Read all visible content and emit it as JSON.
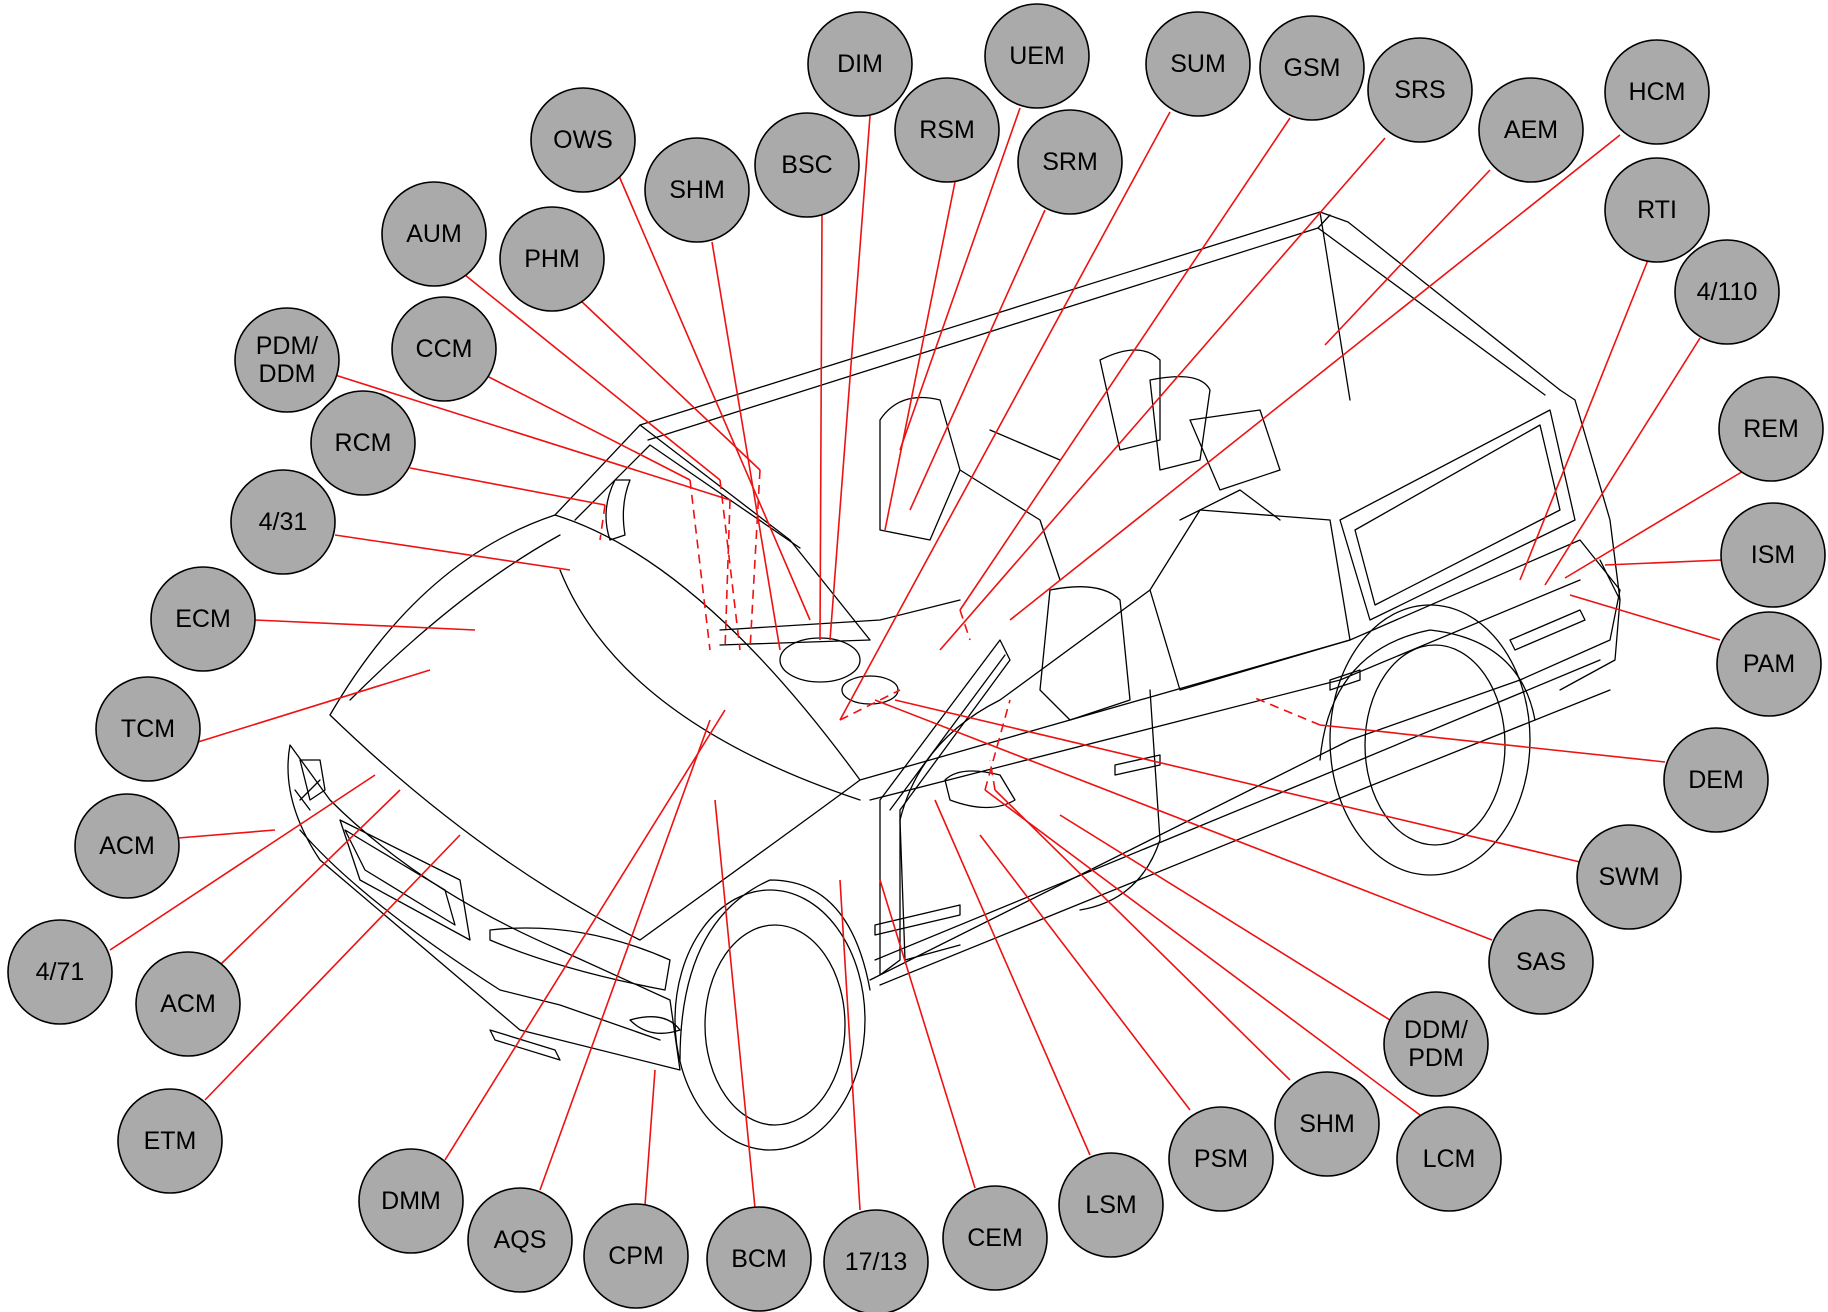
{
  "colors": {
    "leader_line": "#ee1111",
    "bubble_fill": "#aaaaaa",
    "outline": "#000000",
    "background": "#ffffff"
  },
  "subject": "car-illustration",
  "modules": [
    {
      "id": "dim",
      "lines": [
        "DIM"
      ]
    },
    {
      "id": "uem",
      "lines": [
        "UEM"
      ]
    },
    {
      "id": "sum",
      "lines": [
        "SUM"
      ]
    },
    {
      "id": "gsm",
      "lines": [
        "GSM"
      ]
    },
    {
      "id": "srs",
      "lines": [
        "SRS"
      ]
    },
    {
      "id": "aem",
      "lines": [
        "AEM"
      ]
    },
    {
      "id": "hcm",
      "lines": [
        "HCM"
      ]
    },
    {
      "id": "rsm",
      "lines": [
        "RSM"
      ]
    },
    {
      "id": "srm",
      "lines": [
        "SRM"
      ]
    },
    {
      "id": "ows",
      "lines": [
        "OWS"
      ]
    },
    {
      "id": "bsc",
      "lines": [
        "BSC"
      ]
    },
    {
      "id": "shm-top",
      "lines": [
        "SHM"
      ]
    },
    {
      "id": "aum",
      "lines": [
        "AUM"
      ]
    },
    {
      "id": "phm",
      "lines": [
        "PHM"
      ]
    },
    {
      "id": "rti",
      "lines": [
        "RTI"
      ]
    },
    {
      "id": "4-110",
      "lines": [
        "4/110"
      ]
    },
    {
      "id": "pdm-ddm",
      "lines": [
        "PDM/",
        "DDM"
      ]
    },
    {
      "id": "ccm",
      "lines": [
        "CCM"
      ]
    },
    {
      "id": "rcm",
      "lines": [
        "RCM"
      ]
    },
    {
      "id": "rem",
      "lines": [
        "REM"
      ]
    },
    {
      "id": "4-31",
      "lines": [
        "4/31"
      ]
    },
    {
      "id": "ism",
      "lines": [
        "ISM"
      ]
    },
    {
      "id": "ecm",
      "lines": [
        "ECM"
      ]
    },
    {
      "id": "pam",
      "lines": [
        "PAM"
      ]
    },
    {
      "id": "tcm",
      "lines": [
        "TCM"
      ]
    },
    {
      "id": "dem",
      "lines": [
        "DEM"
      ]
    },
    {
      "id": "acm-upper",
      "lines": [
        "ACM"
      ]
    },
    {
      "id": "swm",
      "lines": [
        "SWM"
      ]
    },
    {
      "id": "4-71",
      "lines": [
        "4/71"
      ]
    },
    {
      "id": "sas",
      "lines": [
        "SAS"
      ]
    },
    {
      "id": "acm-lower",
      "lines": [
        "ACM"
      ]
    },
    {
      "id": "ddm-pdm",
      "lines": [
        "DDM/",
        "PDM"
      ]
    },
    {
      "id": "etm",
      "lines": [
        "ETM"
      ]
    },
    {
      "id": "shm-bottom",
      "lines": [
        "SHM"
      ]
    },
    {
      "id": "lcm",
      "lines": [
        "LCM"
      ]
    },
    {
      "id": "psm",
      "lines": [
        "PSM"
      ]
    },
    {
      "id": "dmm",
      "lines": [
        "DMM"
      ]
    },
    {
      "id": "lsm",
      "lines": [
        "LSM"
      ]
    },
    {
      "id": "aqs",
      "lines": [
        "AQS"
      ]
    },
    {
      "id": "cem",
      "lines": [
        "CEM"
      ]
    },
    {
      "id": "cpm",
      "lines": [
        "CPM"
      ]
    },
    {
      "id": "bcm",
      "lines": [
        "BCM"
      ]
    },
    {
      "id": "17-13",
      "lines": [
        "17/13"
      ]
    }
  ]
}
